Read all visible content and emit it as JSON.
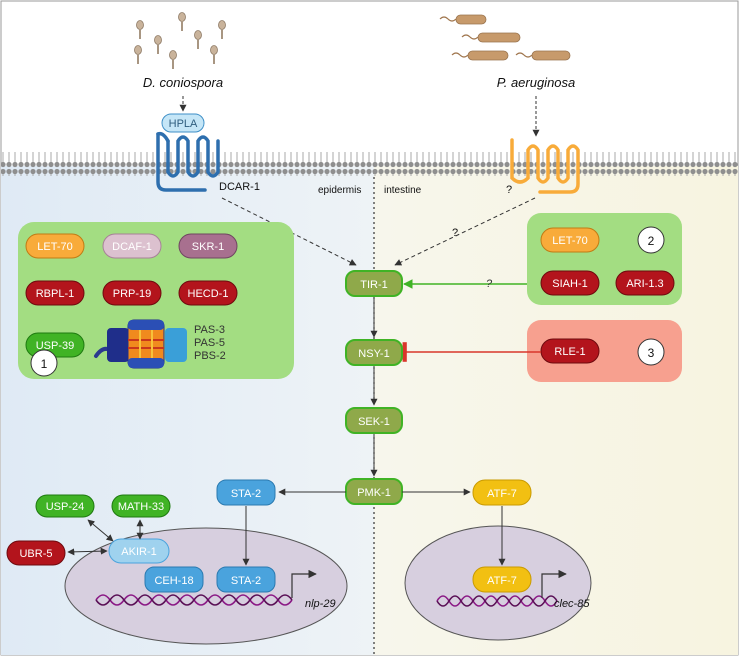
{
  "organisms": {
    "left": "D. coniospora",
    "right": "P. aeruginosa"
  },
  "receptors": {
    "hpla": "HPLA",
    "dcar": "DCAR-1",
    "unknown": "?"
  },
  "tissues": {
    "epidermis": "epidermis",
    "intestine": "intestine"
  },
  "pathway": {
    "tir": "TIR-1",
    "nsy": "NSY-1",
    "sek": "SEK-1",
    "pmk": "PMK-1",
    "sta_left": "STA-2",
    "sta_nucleus": "STA-2",
    "atf_top": "ATF-7",
    "atf_nucleus": "ATF-7",
    "q_upper": "?",
    "q_green": "?"
  },
  "box1": {
    "let70": "LET-70",
    "dcaf": "DCAF-1",
    "skr": "SKR-1",
    "rbpl": "RBPL-1",
    "prp": "PRP-19",
    "hecd": "HECD-1",
    "usp39": "USP-39",
    "pas3": "PAS-3",
    "pas5": "PAS-5",
    "pbs2": "PBS-2",
    "number": "1"
  },
  "box2": {
    "let70": "LET-70",
    "siah": "SIAH-1",
    "ari": "ARI-1.3",
    "number": "2"
  },
  "box3": {
    "rle": "RLE-1",
    "number": "3"
  },
  "nucleus_left": {
    "usp24": "USP-24",
    "math33": "MATH-33",
    "ubr5": "UBR-5",
    "akir": "AKIR-1",
    "ceh": "CEH-18",
    "gene": "nlp-29"
  },
  "nucleus_right": {
    "gene": "clec-85"
  },
  "colors": {
    "green_box": "#a3dd82",
    "salmon_box": "#f7a08f",
    "dark_red": "#b3141c",
    "orange": "#f8ab3a",
    "mauve_light": "#dcc1cf",
    "mauve": "#a8708f",
    "olive": "#8fa94a",
    "bright_green": "#40b325",
    "blue": "#4aa3dd",
    "light_blue": "#9fd2ee",
    "yellow": "#f2c012",
    "nucleus": "#d7cfdf",
    "dna": "#8b1a86"
  }
}
